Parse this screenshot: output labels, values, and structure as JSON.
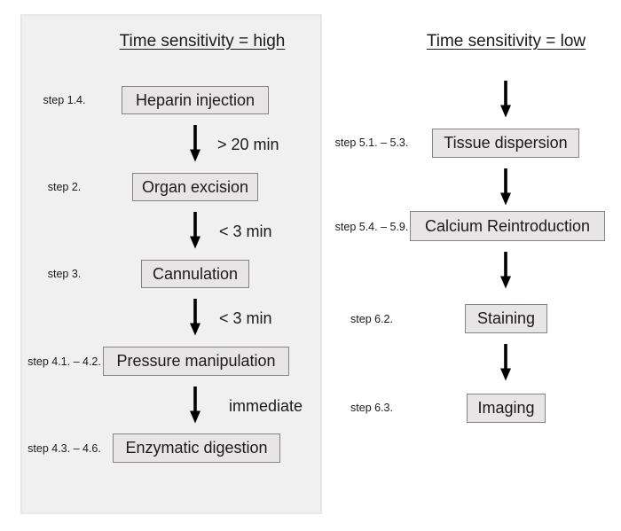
{
  "left_flow": {
    "title": "Time sensitivity = high",
    "steps": [
      {
        "label": "step 1.4.",
        "box": "Heparin injection"
      },
      {
        "label": "step 2.",
        "box": "Organ excision"
      },
      {
        "label": "step 3.",
        "box": "Cannulation"
      },
      {
        "label": "step 4.1. – 4.2.",
        "box": "Pressure manipulation"
      },
      {
        "label": "step 4.3. – 4.6.",
        "box": "Enzymatic digestion"
      }
    ],
    "transitions": [
      "> 20 min",
      "< 3 min",
      "< 3 min",
      "immediate"
    ]
  },
  "right_flow": {
    "title": "Time sensitivity = low",
    "steps": [
      {
        "label": "step 5.1. – 5.3.",
        "box": "Tissue dispersion"
      },
      {
        "label": "step 5.4. – 5.9.",
        "box": "Calcium Reintroduction"
      },
      {
        "label": "step 6.2.",
        "box": "Staining"
      },
      {
        "label": "step 6.3.",
        "box": "Imaging"
      }
    ]
  },
  "colors": {
    "page_background": "#ffffff",
    "panel_background": "#f0f0f0",
    "panel_border": "#e7e7e7",
    "box_fill": "#e7e5e5",
    "box_border": "#848484",
    "arrow": "#000000",
    "text": "#1a1a1a"
  }
}
